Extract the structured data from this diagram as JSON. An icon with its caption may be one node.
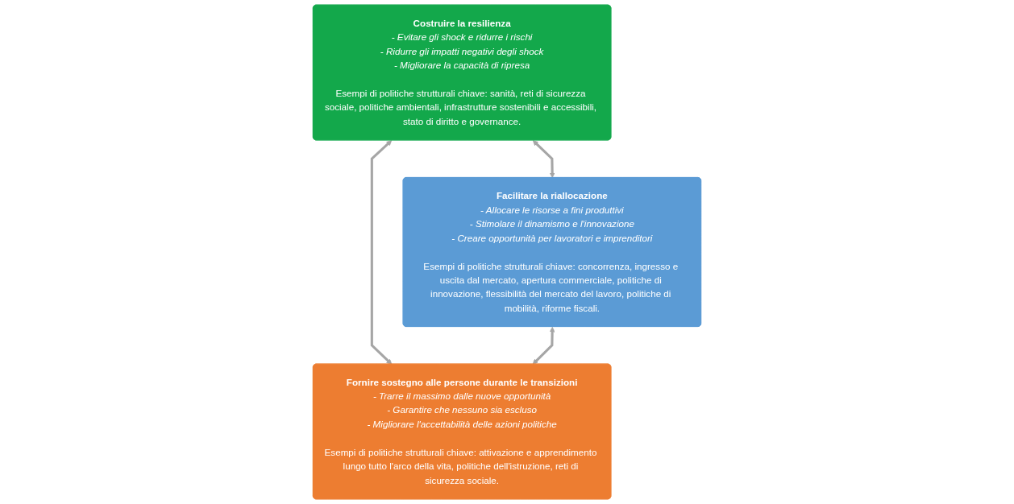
{
  "diagram": {
    "nodes": [
      {
        "text": [
          "Costruire la resilienza",
          "- Evitare gli shock e ridurre i rischi",
          "- Ridurre gli impatti negativi degli shock",
          "- Migliorare la capacità di ripresa",
          "Esempi di politiche strutturali chiave: sanità, reti di sicurezza sociale, politiche ambientali, infrastrutture sostenibili e accessibili, stato di diritto e governance."
        ]
      },
      {
        "text": [
          "Facilitare la riallocazione",
          "- Allocare le risorse a fini produttivi",
          "- Stimolare il dinamismo e l'innovazione",
          "- Creare opportunità per lavoratori e imprenditori",
          "Esempi di politiche strutturali chiave: concorrenza, ingresso e uscita dal mercato, apertura commerciale, politiche di innovazione, flessibilità del mercato del lavoro, politiche di mobilità, riforme fiscali."
        ]
      },
      {
        "text": [
          "Fornire sostegno alle persone durante le transizioni",
          "- Trarre il massimo dalle nuove opportunità",
          "- Garantire che nessuno sia escluso",
          "- Migliorare l'accettabilità delle azioni politiche",
          "Esempi di politiche strutturali chiave: attivazione e apprendimento lungo tutto l'arco della vita, politiche dell'istruzione, reti di sicurezza sociale."
        ]
      }
    ],
    "edges": [
      {
        "from": 0,
        "to": 1,
        "arrow": "both"
      },
      {
        "from": 0,
        "to": 2,
        "arrow": "both"
      },
      {
        "from": 1,
        "to": 2,
        "arrow": "both"
      }
    ]
  }
}
